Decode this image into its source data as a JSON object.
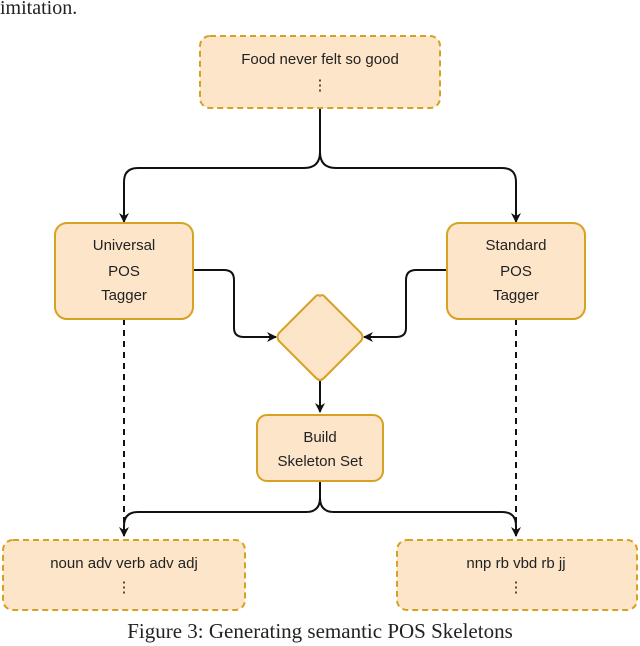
{
  "header_fragment": "imitation.",
  "nodes": {
    "input": {
      "lines": [
        "Food never felt so good",
        "⋮"
      ]
    },
    "universal_tagger": {
      "lines": [
        "Universal",
        "POS",
        "Tagger"
      ]
    },
    "standard_tagger": {
      "lines": [
        "Standard",
        "POS",
        "Tagger"
      ]
    },
    "build_skeleton": {
      "lines": [
        "Build",
        "Skeleton Set"
      ]
    },
    "universal_output": {
      "lines": [
        "noun adv verb adv adj",
        "⋮"
      ]
    },
    "standard_output": {
      "lines": [
        "nnp rb vbd rb jj",
        "⋮"
      ]
    }
  },
  "caption": "Figure 3: Generating semantic POS Skeletons",
  "colors": {
    "node_fill": "#fce5c9",
    "node_stroke": "#d6a221",
    "edge": "#111111"
  }
}
